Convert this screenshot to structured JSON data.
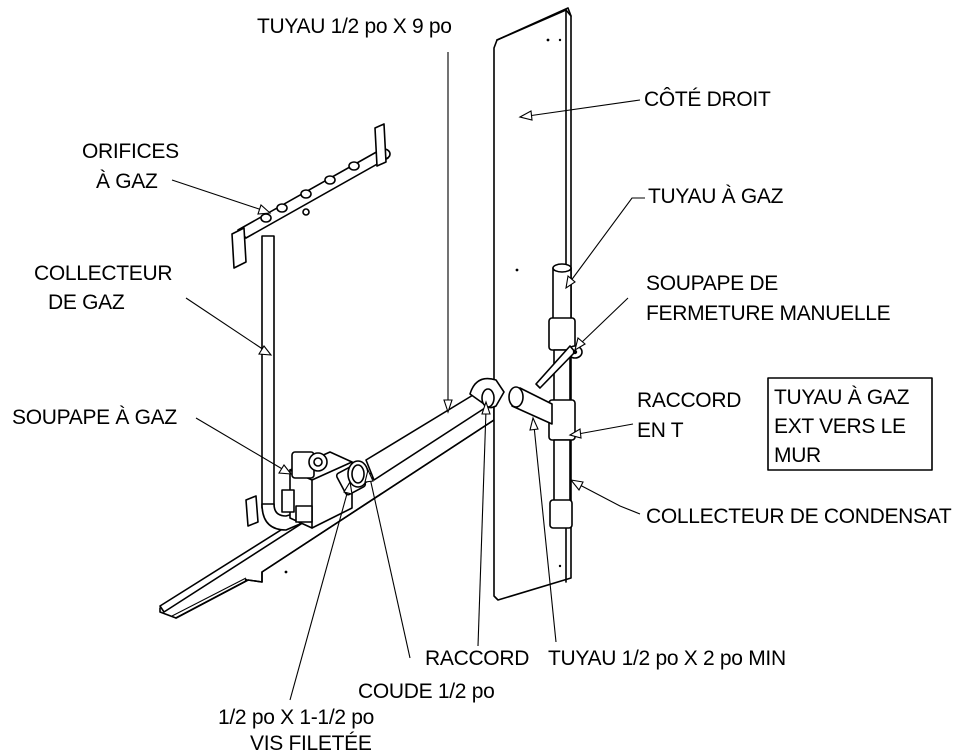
{
  "labels": {
    "tuyau_9po": "TUYAU 1/2 po X 9 po",
    "cote_droit": "CÔTÉ DROIT",
    "orifices_l1": "ORIFICES",
    "orifices_l2": "À GAZ",
    "tuyau_gaz": "TUYAU À GAZ",
    "collecteur_l1": "COLLECTEUR",
    "collecteur_l2": "DE GAZ",
    "soupape_fermeture_l1": "SOUPAPE DE",
    "soupape_fermeture_l2": "FERMETURE MANUELLE",
    "raccord_t_l1": "RACCORD",
    "raccord_t_l2": "EN T",
    "ext_l1": "TUYAU À GAZ",
    "ext_l2": "EXT VERS LE",
    "ext_l3": "MUR",
    "soupape_gaz": "SOUPAPE À GAZ",
    "collecteur_condensat": "COLLECTEUR DE CONDENSAT",
    "raccord": "RACCORD",
    "tuyau_2po": "TUYAU 1/2 po X 2 po MIN",
    "coude": "COUDE 1/2 po",
    "vis_l1": "1/2 po X 1-1/2 po",
    "vis_l2": "VIS FILETÉE"
  }
}
